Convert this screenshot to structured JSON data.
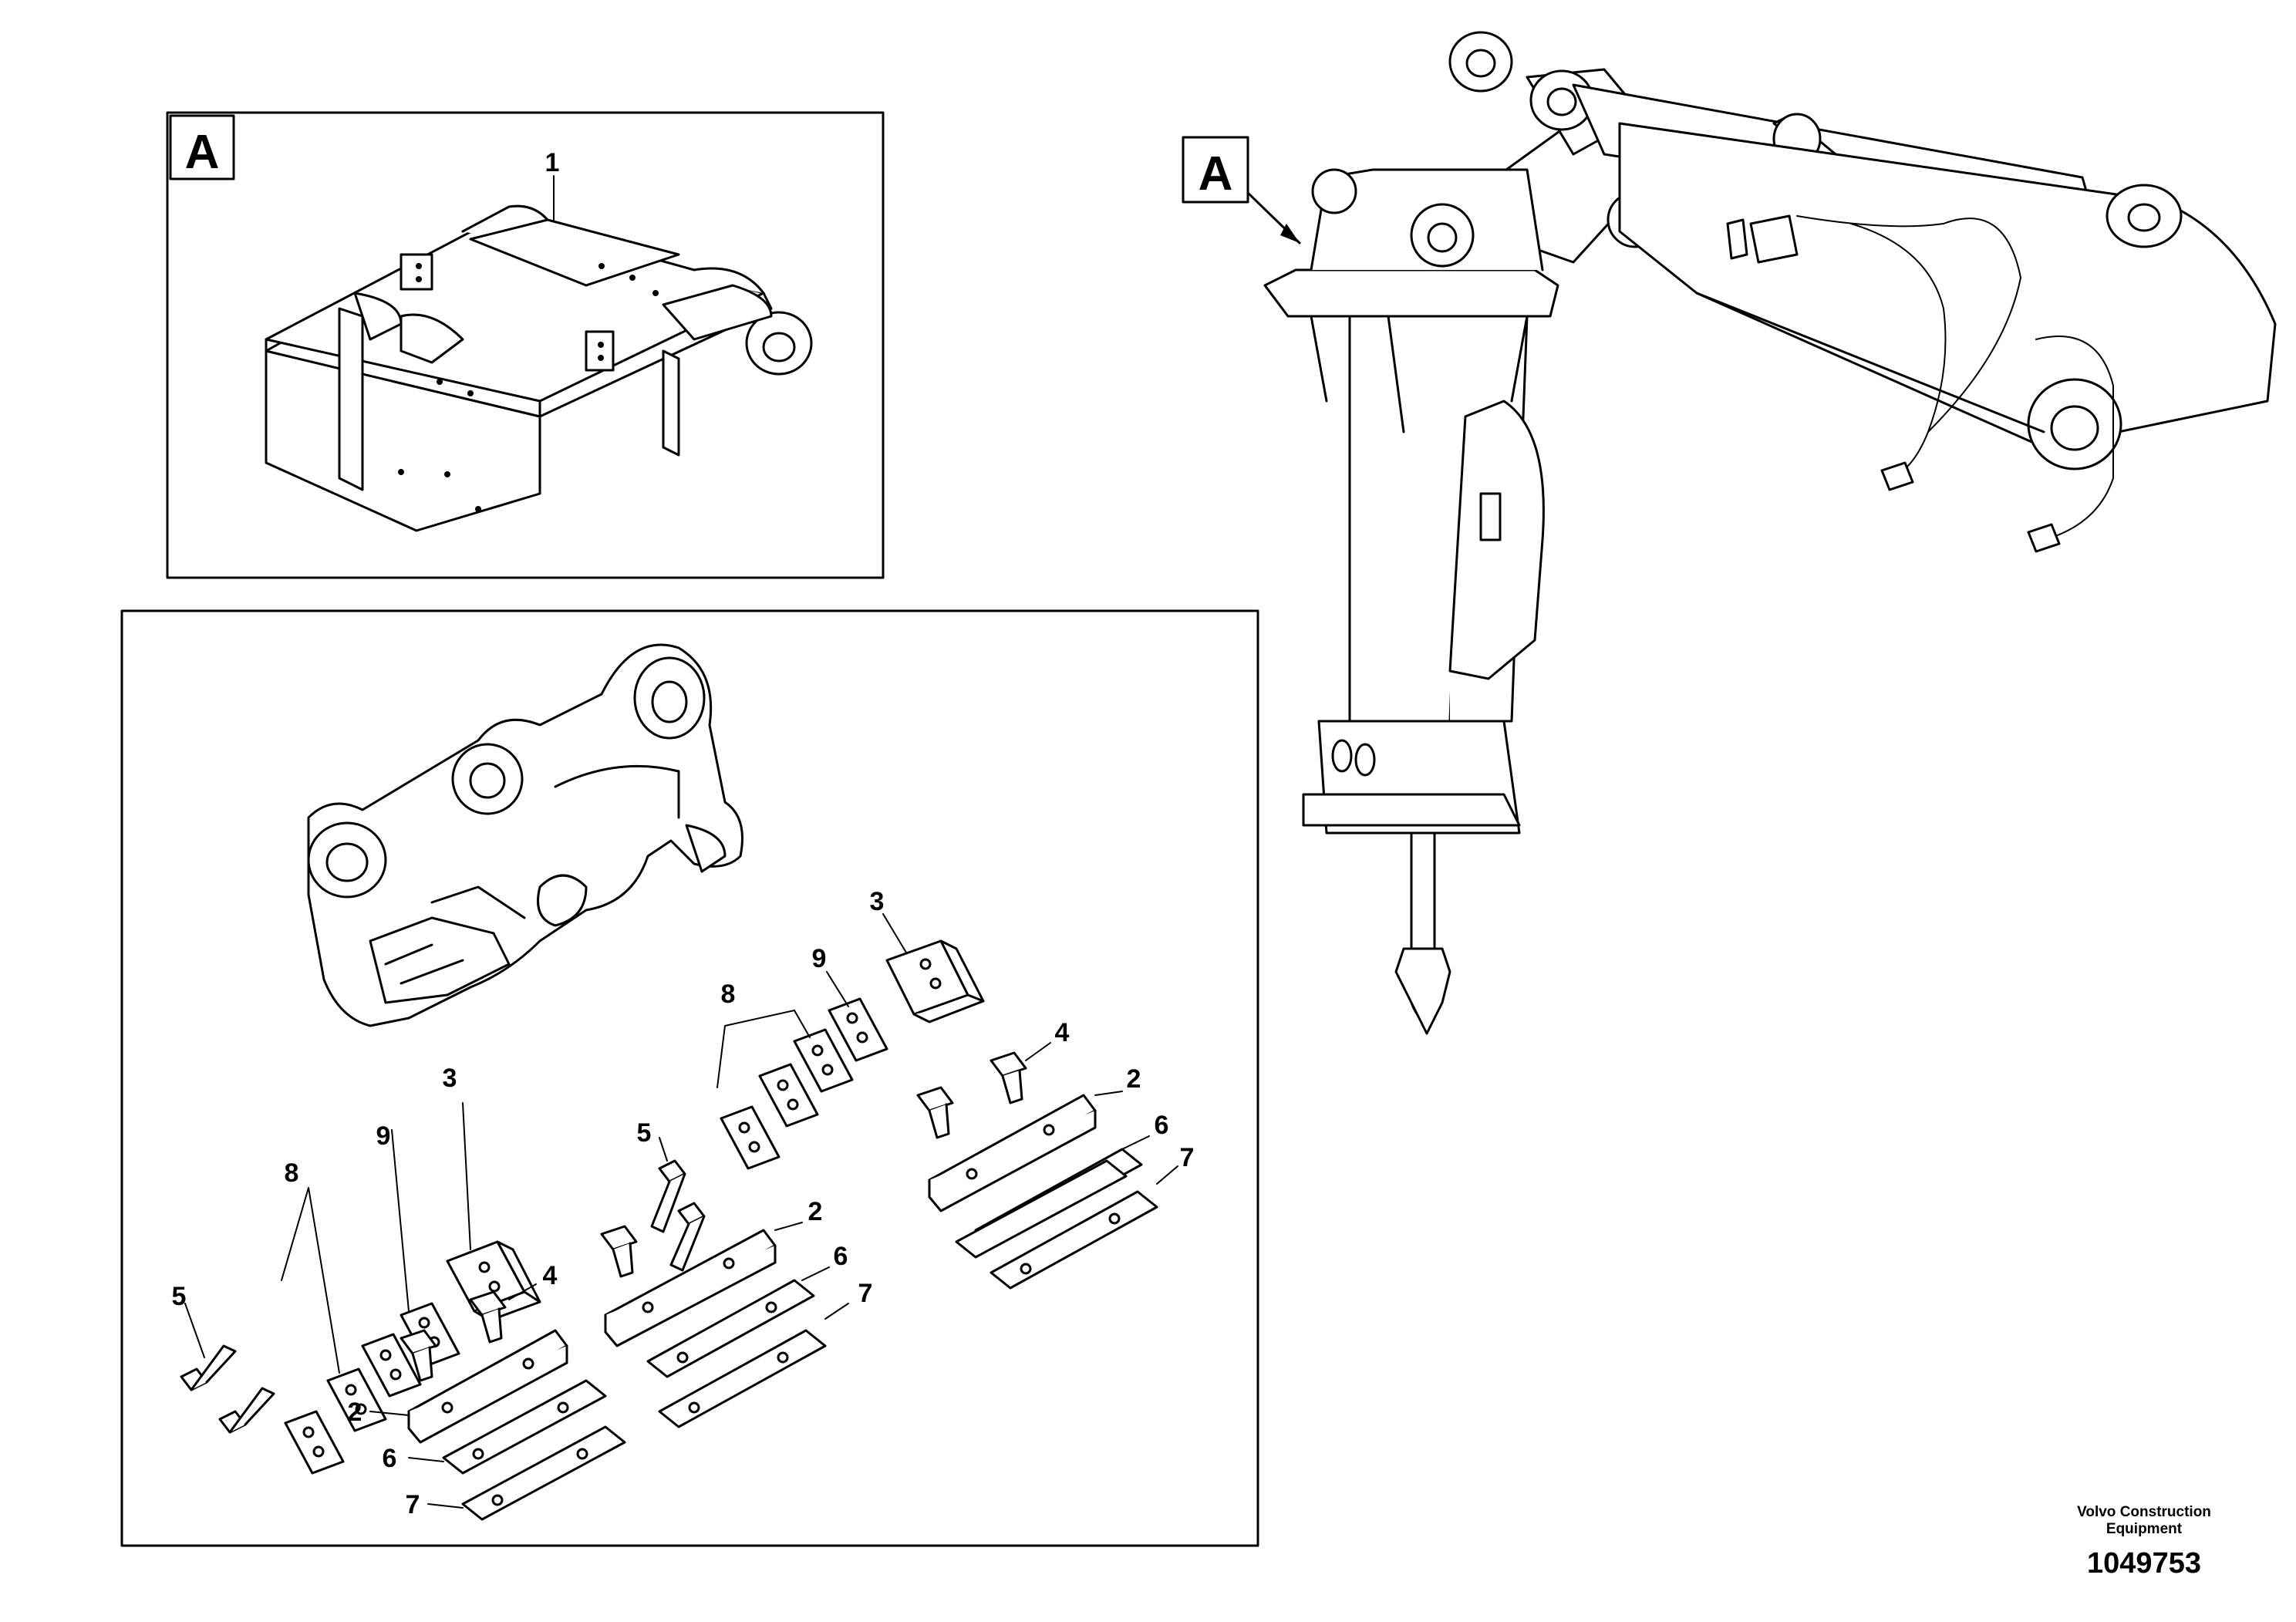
{
  "detail_label_a": "A",
  "view_label_a": "A",
  "callouts": {
    "c1": "1",
    "c2a": "2",
    "c2b": "2",
    "c2c": "2",
    "c3a": "3",
    "c3b": "3",
    "c4a": "4",
    "c4b": "4",
    "c5a": "5",
    "c5b": "5",
    "c6a": "6",
    "c6b": "6",
    "c6c": "6",
    "c7a": "7",
    "c7b": "7",
    "c7c": "7",
    "c8a": "8",
    "c8b": "8",
    "c9a": "9",
    "c9b": "9"
  },
  "brand": {
    "line1": "Volvo Construction",
    "line2": "Equipment",
    "drawing_number": "1049753"
  }
}
